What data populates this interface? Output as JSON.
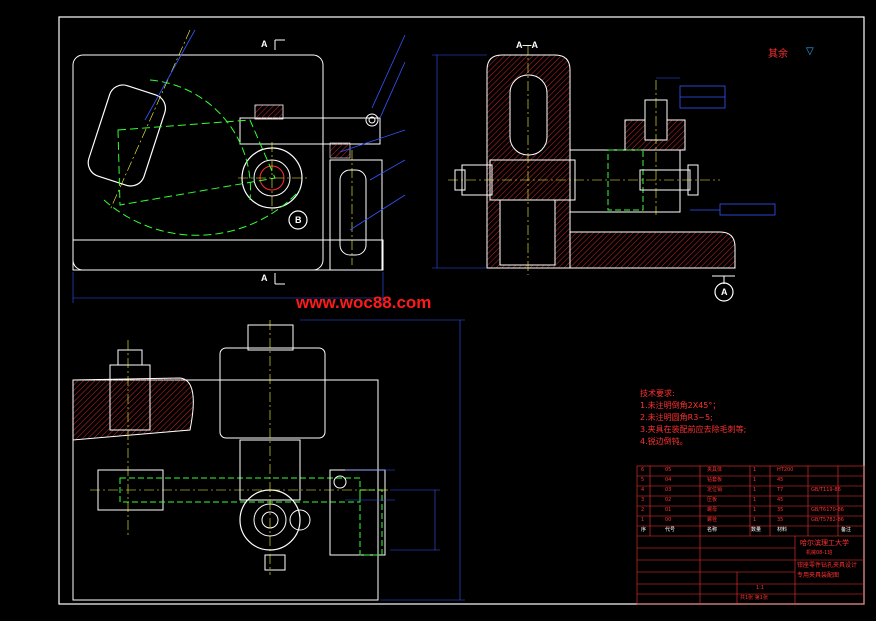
{
  "views": {
    "section_top_left": "A",
    "section_bottom_left": "A",
    "section_view_title": "A—A",
    "datum_circle": "B",
    "datum_bottom": "A"
  },
  "watermark": "www.woc88.com",
  "roughness_note": "其余",
  "technical_requirements": {
    "title": "技术要求:",
    "items": [
      "1.未注明倒角2X45°；",
      "2.未注明圆角R3~5;",
      "3.夹具在装配前应去除毛刺等;",
      "4.锐边倒钝。"
    ]
  },
  "bom": {
    "rows": [
      {
        "no": "6",
        "code": "05",
        "name": "夹具体",
        "qty": "1",
        "material": "HT200",
        "note": ""
      },
      {
        "no": "5",
        "code": "04",
        "name": "钻套板",
        "qty": "1",
        "material": "45",
        "note": ""
      },
      {
        "no": "4",
        "code": "03",
        "name": "定位销",
        "qty": "1",
        "material": "T7",
        "note": "GB/T119-86"
      },
      {
        "no": "3",
        "code": "02",
        "name": "压板",
        "qty": "1",
        "material": "45",
        "note": ""
      },
      {
        "no": "2",
        "code": "01",
        "name": "螺母",
        "qty": "1",
        "material": "35",
        "note": "GB/T6170-86"
      },
      {
        "no": "1",
        "code": "00",
        "name": "螺栓",
        "qty": "1",
        "material": "35",
        "note": "GB/T5782-86"
      }
    ],
    "headers": [
      "序",
      "号",
      "代号",
      "名称",
      "数量",
      "材料",
      "备注"
    ]
  },
  "title_block": {
    "school": "哈尔滨理工大学",
    "class": "机械08-1班",
    "drawing_title": "钳座零件钻孔夹具设计",
    "drawing_subtitle": "专用夹具装配图",
    "scale": "1:1",
    "sheet": "共1张 第1张"
  }
}
